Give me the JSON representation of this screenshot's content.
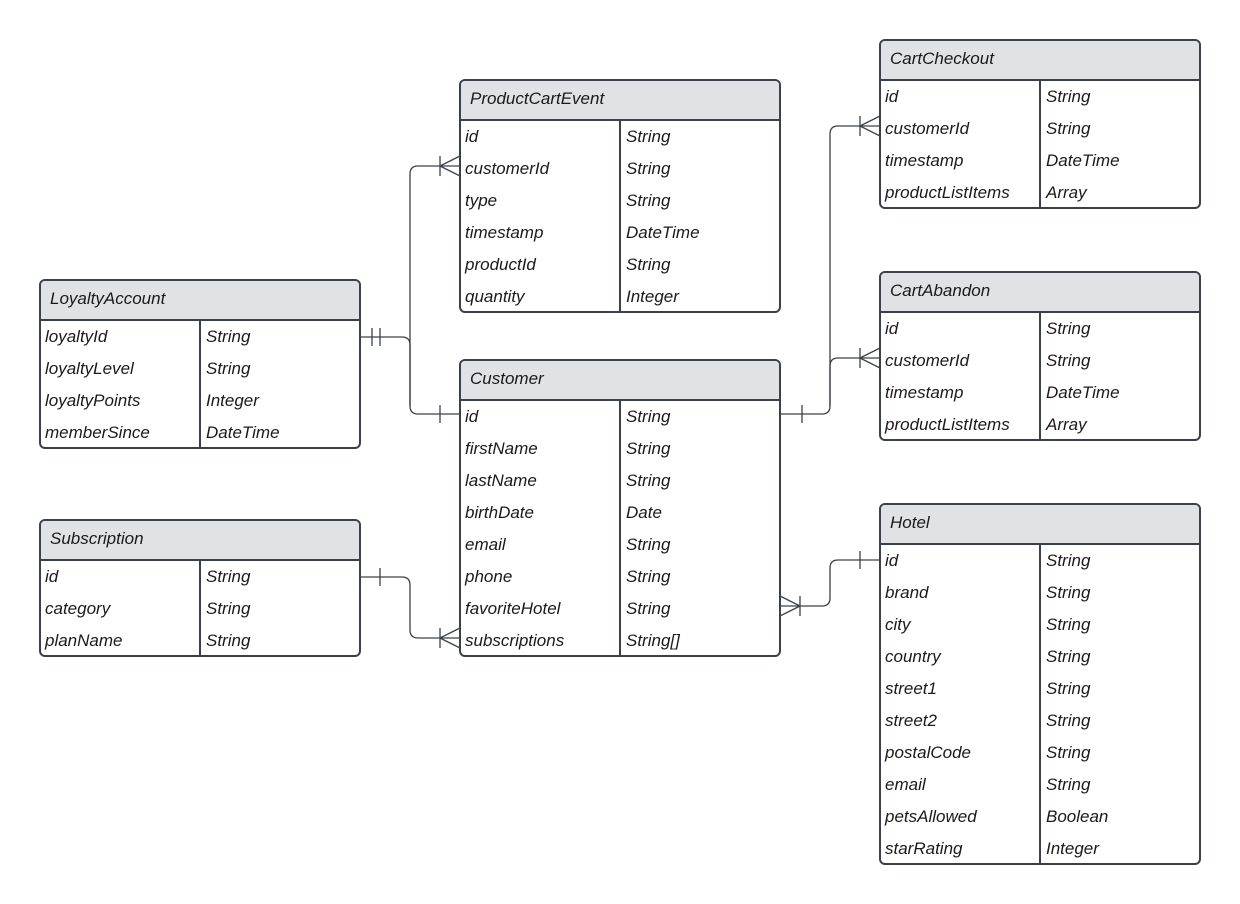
{
  "entities": [
    {
      "key": "product-cart-event",
      "title": "ProductCartEvent",
      "fields": [
        {
          "name": "id",
          "type": "String"
        },
        {
          "name": "customerId",
          "type": "String"
        },
        {
          "name": "type",
          "type": "String"
        },
        {
          "name": "timestamp",
          "type": "DateTime"
        },
        {
          "name": "productId",
          "type": "String"
        },
        {
          "name": "quantity",
          "type": "Integer"
        }
      ]
    },
    {
      "key": "cart-checkout",
      "title": "CartCheckout",
      "fields": [
        {
          "name": "id",
          "type": "String"
        },
        {
          "name": "customerId",
          "type": "String"
        },
        {
          "name": "timestamp",
          "type": "DateTime"
        },
        {
          "name": "productListItems",
          "type": "Array"
        }
      ]
    },
    {
      "key": "loyalty-account",
      "title": "LoyaltyAccount",
      "fields": [
        {
          "name": "loyaltyId",
          "type": "String"
        },
        {
          "name": "loyaltyLevel",
          "type": "String"
        },
        {
          "name": "loyaltyPoints",
          "type": "Integer"
        },
        {
          "name": "memberSince",
          "type": "DateTime"
        }
      ]
    },
    {
      "key": "cart-abandon",
      "title": "CartAbandon",
      "fields": [
        {
          "name": "id",
          "type": "String"
        },
        {
          "name": "customerId",
          "type": "String"
        },
        {
          "name": "timestamp",
          "type": "DateTime"
        },
        {
          "name": "productListItems",
          "type": "Array"
        }
      ]
    },
    {
      "key": "customer",
      "title": "Customer",
      "fields": [
        {
          "name": "id",
          "type": "String"
        },
        {
          "name": "firstName",
          "type": "String"
        },
        {
          "name": "lastName",
          "type": "String"
        },
        {
          "name": "birthDate",
          "type": "Date"
        },
        {
          "name": "email",
          "type": "String"
        },
        {
          "name": "phone",
          "type": "String"
        },
        {
          "name": "favoriteHotel",
          "type": "String"
        },
        {
          "name": "subscriptions",
          "type": "String[]"
        }
      ]
    },
    {
      "key": "subscription",
      "title": "Subscription",
      "fields": [
        {
          "name": "id",
          "type": "String"
        },
        {
          "name": "category",
          "type": "String"
        },
        {
          "name": "planName",
          "type": "String"
        }
      ]
    },
    {
      "key": "hotel",
      "title": "Hotel",
      "fields": [
        {
          "name": "id",
          "type": "String"
        },
        {
          "name": "brand",
          "type": "String"
        },
        {
          "name": "city",
          "type": "String"
        },
        {
          "name": "country",
          "type": "String"
        },
        {
          "name": "street1",
          "type": "String"
        },
        {
          "name": "street2",
          "type": "String"
        },
        {
          "name": "postalCode",
          "type": "String"
        },
        {
          "name": "email",
          "type": "String"
        },
        {
          "name": "petsAllowed",
          "type": "Boolean"
        },
        {
          "name": "starRating",
          "type": "Integer"
        }
      ]
    }
  ],
  "relationships": [
    {
      "from": "customer.id",
      "from_cardinality": "one",
      "to": "product-cart-event.customerId",
      "to_cardinality": "many"
    },
    {
      "from": "customer.id",
      "from_cardinality": "one",
      "to": "loyalty-account",
      "to_cardinality": "one-and-only-one"
    },
    {
      "from": "customer.id",
      "from_cardinality": "one",
      "to": "cart-checkout.customerId",
      "to_cardinality": "many"
    },
    {
      "from": "customer.id",
      "from_cardinality": "one",
      "to": "cart-abandon.customerId",
      "to_cardinality": "many"
    },
    {
      "from": "subscription.id",
      "from_cardinality": "one",
      "to": "customer.subscriptions",
      "to_cardinality": "many"
    },
    {
      "from": "hotel.id",
      "from_cardinality": "one",
      "to": "customer.favoriteHotel",
      "to_cardinality": "many"
    }
  ],
  "colors": {
    "header_fill": "#e0e2e6",
    "border": "#3c4048",
    "text": "#1a1a1a",
    "connector": "#3c4048"
  }
}
